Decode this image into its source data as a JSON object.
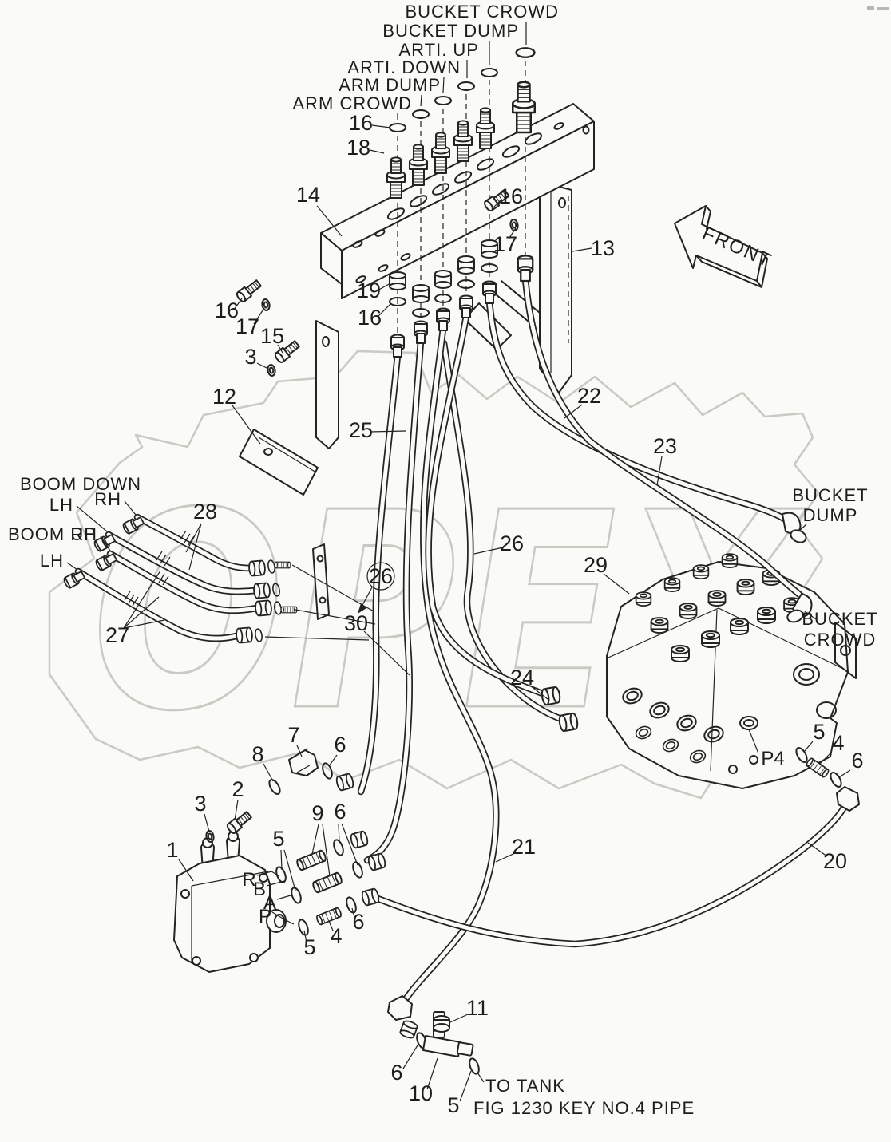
{
  "figure": {
    "watermark_text": "OPEX",
    "front_arrow_label": "FRONT",
    "top_port_labels": [
      "BUCKET CROWD",
      "BUCKET DUMP",
      "ARTI. UP",
      "ARTI. DOWN",
      "ARM DUMP",
      "ARM CROWD"
    ],
    "boom_labels": {
      "boom_down": "BOOM DOWN",
      "lh_upper": "LH",
      "rh_upper": "RH",
      "boom_up": "BOOM UP",
      "rh_lower": "RH",
      "lh_lower": "LH"
    },
    "bucket_dump": [
      "BUCKET",
      "DUMP"
    ],
    "bucket_crowd": [
      "BUCKET",
      "CROWD"
    ],
    "valve_ports": {
      "r": "R",
      "b": "B",
      "a": "A",
      "p": "P",
      "p4": "P4"
    },
    "notes": {
      "to_tank": "TO TANK",
      "fig_ref": "FIG 1230 KEY NO.4 PIPE"
    },
    "callouts": {
      "c16_top": "16",
      "c18": "18",
      "c14": "14",
      "c16_right": "16",
      "c17_right": "17",
      "c19": "19",
      "c16_mid": "16",
      "c13": "13",
      "c16_left": "16",
      "c17_left": "17",
      "c15": "15",
      "c3_upper": "3",
      "c12": "12",
      "c25": "25",
      "c22": "22",
      "c23": "23",
      "c26": "26",
      "c26_circled": "26",
      "c30": "30",
      "c28": "28",
      "c27": "27",
      "c29": "29",
      "c24": "24",
      "c21": "21",
      "c20": "20",
      "c5_p4": "5",
      "c4_p4": "4",
      "c6_p4": "6",
      "c1": "1",
      "c2": "2",
      "c3_lower": "3",
      "c7": "7",
      "c8": "8",
      "c6_elbow": "6",
      "c9": "9",
      "c6_mid": "6",
      "c5_left": "5",
      "c4_lower": "4",
      "c6_lower": "6",
      "c5_lower": "5",
      "c11": "11",
      "c6_tank": "6",
      "c10": "10",
      "c5_tank": "5"
    }
  }
}
